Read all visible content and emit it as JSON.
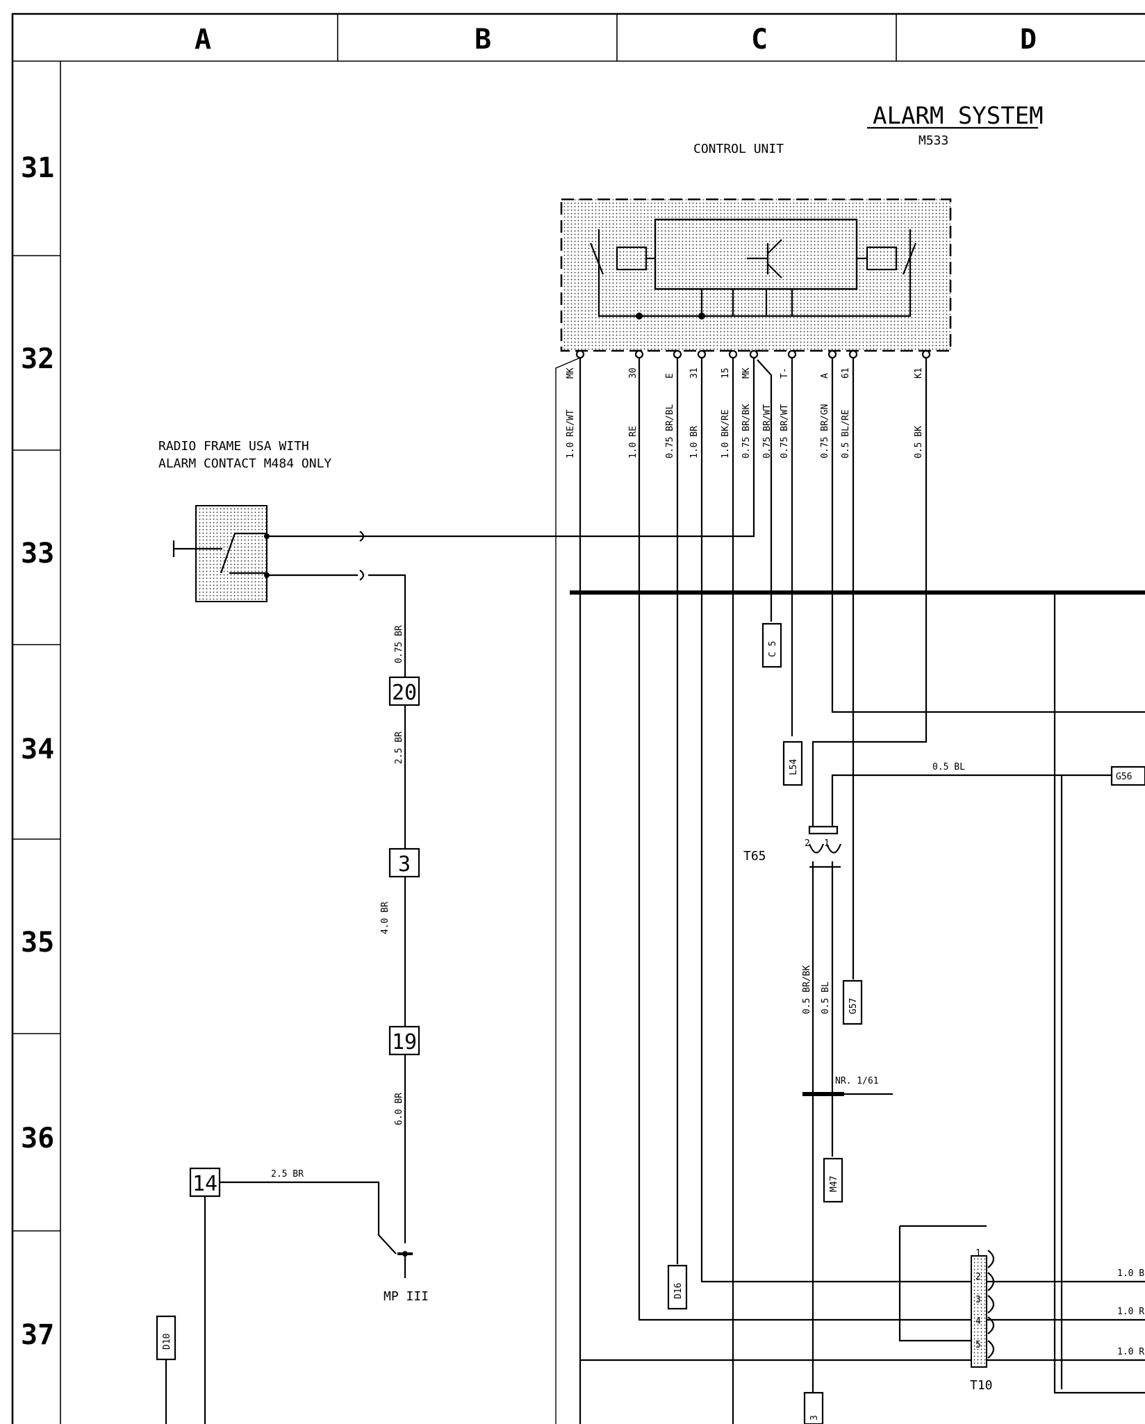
{
  "columns": [
    "A",
    "B",
    "C",
    "D"
  ],
  "rows": [
    "31",
    "32",
    "33",
    "34",
    "35",
    "36",
    "37"
  ],
  "title": "ALARM SYSTEM",
  "title_code": "M533",
  "control_unit_label": "CONTROL UNIT",
  "radio_frame_label_1": "RADIO FRAME USA WITH",
  "radio_frame_label_2": "ALARM CONTACT  M484 ONLY",
  "pins": [
    {
      "pin": "MK",
      "wire": "1.0 RE/WT"
    },
    {
      "pin": "30",
      "wire": "1.0 RE"
    },
    {
      "pin": "E",
      "wire": "0.75 BR/BL"
    },
    {
      "pin": "31",
      "wire": "1.0 BR"
    },
    {
      "pin": "15",
      "wire": "1.0 BK/RE"
    },
    {
      "pin": "MK",
      "wire": "0.75 BR/BK"
    },
    {
      "pin": "",
      "wire": "0.75 BR/WT"
    },
    {
      "pin": "T-",
      "wire": "0.75 BR/WT"
    },
    {
      "pin": "A",
      "wire": "0.75 BR/GN"
    },
    {
      "pin": "61",
      "wire": "0.5 BL/RE"
    },
    {
      "pin": "K1",
      "wire": "0.5 BK"
    }
  ],
  "ground_wires": [
    "0.75 BR",
    "2.5 BR",
    "4.0 BR",
    "6.0 BR",
    "2.5 BR"
  ],
  "ground_boxes": [
    "20",
    "3",
    "19",
    "14"
  ],
  "ground_point": "MP III",
  "refs": [
    "C 5",
    "L54",
    "G56",
    "G57",
    "M47",
    "D16",
    "D10",
    "3"
  ],
  "wire_05bl": "0.5 BL",
  "connector_t65": "T65",
  "t65_pins": [
    "2",
    "1"
  ],
  "t65_wires": [
    "0.5 BR/BK",
    "0.5 BL"
  ],
  "nr_label": "NR. 1/61",
  "connector_t10": "T10",
  "t10_pins": [
    "1",
    "2",
    "3",
    "4",
    "5"
  ],
  "right_wires": [
    "1.0 B",
    "1.0 R",
    "1.0 R"
  ]
}
